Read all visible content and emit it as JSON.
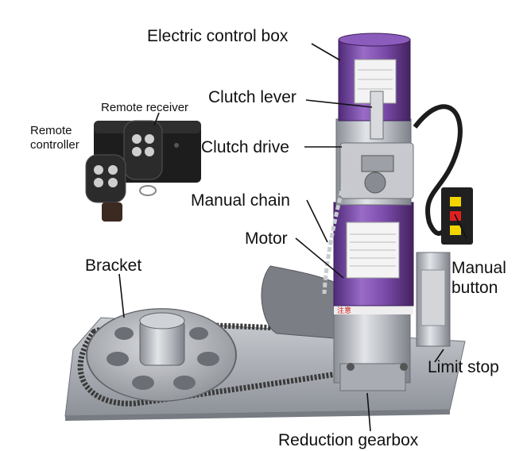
{
  "labels": {
    "electric_control_box": "Electric control box",
    "clutch_lever": "Clutch lever",
    "clutch_drive": "Clutch drive",
    "manual_chain": "Manual chain",
    "motor": "Motor",
    "bracket": "Bracket",
    "remote_receiver": "Remote receiver",
    "remote_controller_line1": "Remote",
    "remote_controller_line2": "controller",
    "manual_button_line1": "Manual",
    "manual_button_line2": "button",
    "limit_stop": "Limit stop",
    "reduction_gearbox": "Reduction gearbox"
  },
  "warning_text": "注意",
  "colors": {
    "motor_purple": "#7a4aa8",
    "motor_purple_dark": "#4f2a78",
    "metal": "#b9bcc2",
    "metal_dark": "#7d8188",
    "chain": "#3a3a3a",
    "button_yellow": "#f2d500",
    "button_red": "#e02020",
    "warning_red": "#d01818"
  }
}
